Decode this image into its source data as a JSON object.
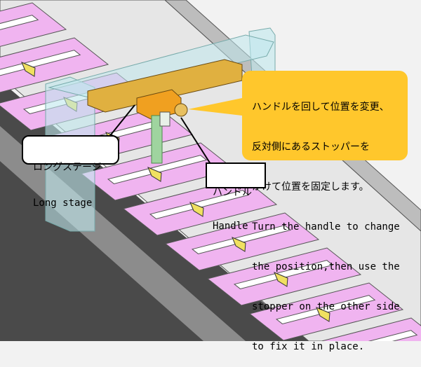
{
  "callouts": {
    "note": {
      "ja_lines": [
        "ハンドルを回して位置を変更、",
        "反対側にあるストッパーを",
        "かけて位置を固定します。"
      ],
      "en_lines": [
        "Turn the handle to change",
        "the position,then use the",
        "stopper on the other side",
        "to fix it in place."
      ]
    },
    "long_stage": {
      "ja": "ロングステージ",
      "en": "Long stage"
    },
    "handle": {
      "ja": "ハンドル",
      "en": "Handle"
    }
  },
  "colors": {
    "note_bg": "#ffc72c",
    "plate": "#f0b4f0",
    "stage_bar": "#e0b040",
    "frame": "#bfe8ec"
  }
}
